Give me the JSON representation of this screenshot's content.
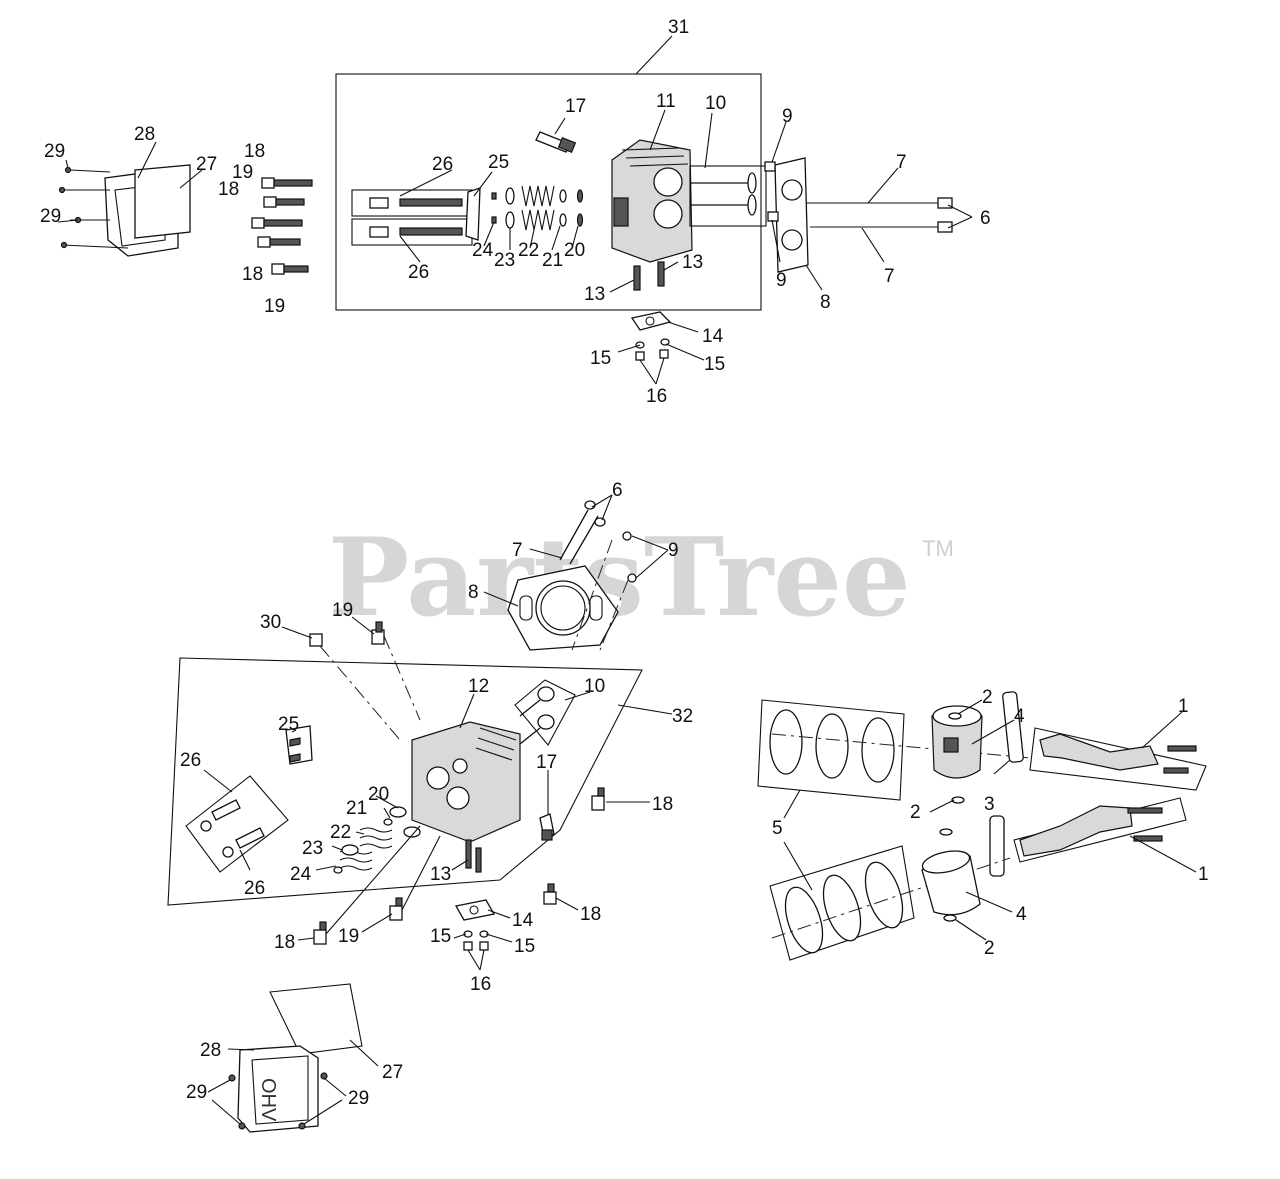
{
  "watermark": {
    "text": "PartsTree",
    "trademark": "TM"
  },
  "top_assembly": {
    "callouts": [
      "31",
      "17",
      "11",
      "10",
      "9",
      "9",
      "7",
      "7",
      "6",
      "8",
      "26",
      "26",
      "25",
      "24",
      "23",
      "22",
      "21",
      "20",
      "13",
      "13",
      "14",
      "15",
      "15",
      "16",
      "18",
      "18",
      "18",
      "19",
      "19",
      "28",
      "27",
      "29",
      "29"
    ]
  },
  "bottom_assembly": {
    "callouts": [
      "6",
      "7",
      "9",
      "8",
      "30",
      "19",
      "12",
      "10",
      "32",
      "25",
      "26",
      "26",
      "21",
      "20",
      "22",
      "23",
      "24",
      "17",
      "18",
      "13",
      "14",
      "15",
      "15",
      "16",
      "18",
      "18",
      "19",
      "28",
      "27",
      "29",
      "29"
    ]
  },
  "piston_assembly": {
    "callouts": [
      "2",
      "4",
      "1",
      "5",
      "2",
      "3",
      "1",
      "4",
      "2"
    ]
  },
  "colors": {
    "ink": "#111111",
    "watermark": "#cfcfcf",
    "background": "#ffffff"
  }
}
